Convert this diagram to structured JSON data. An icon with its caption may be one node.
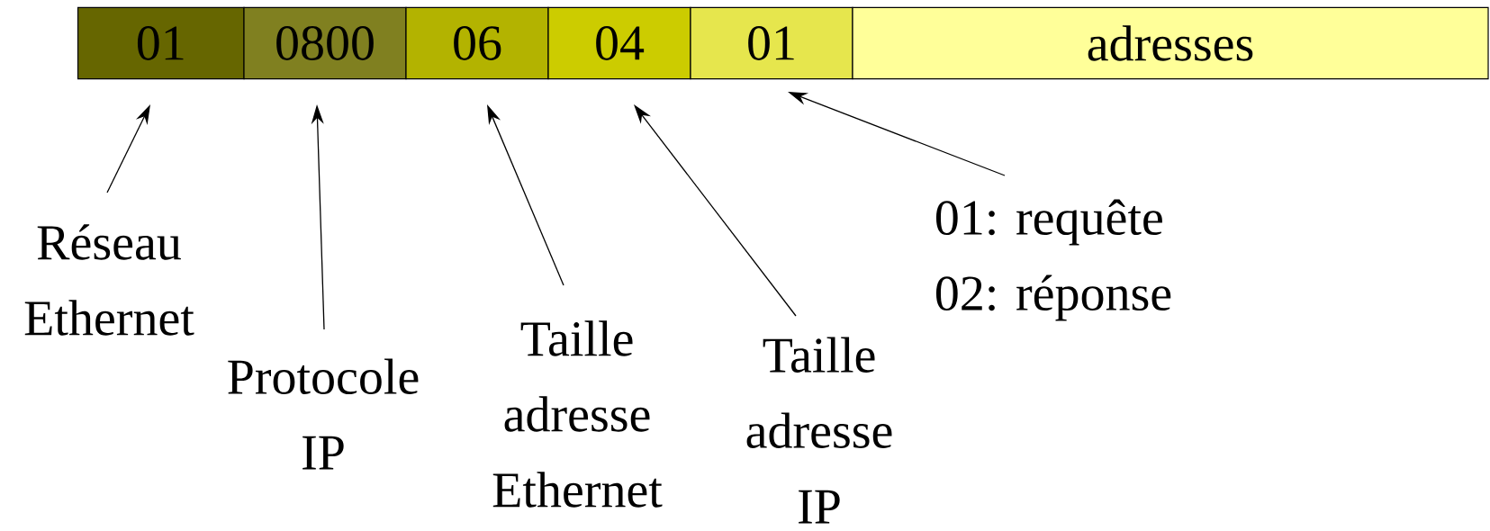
{
  "diagram": {
    "nodes": [
      {
        "text": [
          "01"
        ]
      },
      {
        "text": [
          "0800"
        ]
      },
      {
        "text": [
          "06"
        ]
      },
      {
        "text": [
          "04"
        ]
      },
      {
        "text": [
          "01"
        ]
      },
      {
        "text": [
          "adresses"
        ]
      },
      {
        "text": [
          "Réseau Ethernet"
        ]
      },
      {
        "text": [
          "Protocole IP"
        ]
      },
      {
        "text": [
          "Taille adresse Ethernet"
        ]
      },
      {
        "text": [
          "Taille adresse IP"
        ]
      },
      {
        "text": [
          "01: requête",
          "02: réponse"
        ]
      }
    ],
    "edges": [
      {
        "from": 6,
        "to": 0,
        "arrow": "to"
      },
      {
        "from": 7,
        "to": 1,
        "arrow": "to"
      },
      {
        "from": 8,
        "to": 2,
        "arrow": "to"
      },
      {
        "from": 9,
        "to": 3,
        "arrow": "to"
      },
      {
        "from": 10,
        "to": 4,
        "arrow": "to"
      }
    ]
  }
}
